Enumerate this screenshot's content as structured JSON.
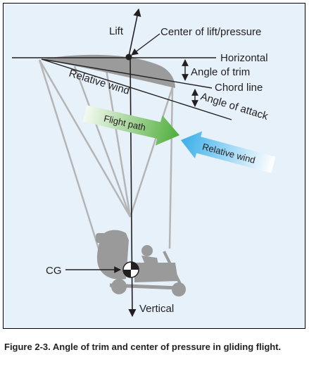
{
  "labels": {
    "lift": "Lift",
    "center_of_lift": "Center of lift/pressure",
    "horizontal": "Horizontal",
    "angle_of_trim": "Angle of trim",
    "chord_line": "Chord line",
    "relative_wind_line": "Relative wind",
    "angle_of_attack": "Angle of attack",
    "flight_path": "Flight path",
    "relative_wind_arrow": "Relative wind",
    "cg": "CG",
    "vertical": "Vertical"
  },
  "caption": "Figure 2-3. Angle of trim and center of pressure in gliding flight.",
  "colors": {
    "background": "#e6f1fa",
    "wing": "#9b9b9b",
    "lines": "#231f20",
    "suspension_lines": "#b5b5b5",
    "trike": "#9a9a9a",
    "flight_path_start": "#f4f9f2",
    "flight_path_end": "#4fae3a",
    "relative_wind_start": "#3aaeea",
    "relative_wind_end": "#ffffff"
  }
}
